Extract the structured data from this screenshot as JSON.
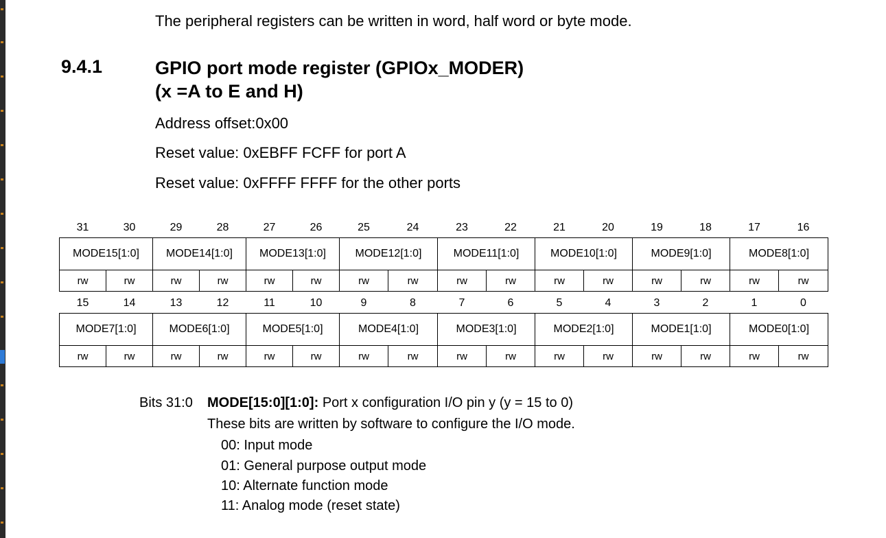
{
  "document": {
    "intro_text": "The peripheral registers can be written in word, half word or byte mode.",
    "section": {
      "number": "9.4.1",
      "title_line1": "GPIO port mode register (GPIOx_MODER)",
      "title_line2": "(x =A to E and H)"
    },
    "address_offset": "Address offset:0x00",
    "reset_value_a": "Reset value: 0xEBFF FCFF for port A",
    "reset_value_other": "Reset value: 0xFFFF FFFF for the other ports",
    "register_table": {
      "upper": {
        "bit_numbers": [
          "31",
          "30",
          "29",
          "28",
          "27",
          "26",
          "25",
          "24",
          "23",
          "22",
          "21",
          "20",
          "19",
          "18",
          "17",
          "16"
        ],
        "fields": [
          "MODE15[1:0]",
          "MODE14[1:0]",
          "MODE13[1:0]",
          "MODE12[1:0]",
          "MODE11[1:0]",
          "MODE10[1:0]",
          "MODE9[1:0]",
          "MODE8[1:0]"
        ],
        "access": [
          "rw",
          "rw",
          "rw",
          "rw",
          "rw",
          "rw",
          "rw",
          "rw",
          "rw",
          "rw",
          "rw",
          "rw",
          "rw",
          "rw",
          "rw",
          "rw"
        ]
      },
      "lower": {
        "bit_numbers": [
          "15",
          "14",
          "13",
          "12",
          "11",
          "10",
          "9",
          "8",
          "7",
          "6",
          "5",
          "4",
          "3",
          "2",
          "1",
          "0"
        ],
        "fields": [
          "MODE7[1:0]",
          "MODE6[1:0]",
          "MODE5[1:0]",
          "MODE4[1:0]",
          "MODE3[1:0]",
          "MODE2[1:0]",
          "MODE1[1:0]",
          "MODE0[1:0]"
        ],
        "access": [
          "rw",
          "rw",
          "rw",
          "rw",
          "rw",
          "rw",
          "rw",
          "rw",
          "rw",
          "rw",
          "rw",
          "rw",
          "rw",
          "rw",
          "rw",
          "rw"
        ]
      }
    },
    "bit_description": {
      "bits_label": "Bits 31:0",
      "field_name": "MODE[15:0][1:0]:",
      "field_summary": "Port x configuration I/O pin y (y = 15 to 0)",
      "description": "These bits are written by software to configure the I/O mode.",
      "modes": [
        "00: Input mode",
        "01: General purpose output mode",
        "10: Alternate function mode",
        "11: Analog mode (reset state)"
      ]
    }
  }
}
